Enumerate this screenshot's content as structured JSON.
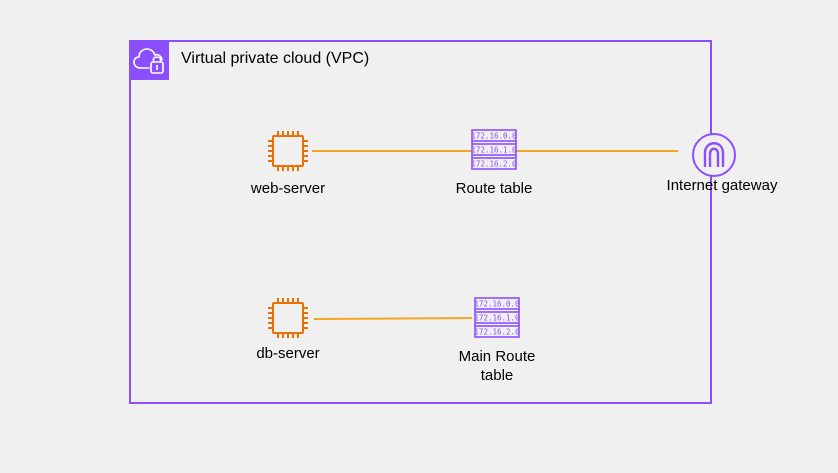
{
  "vpc": {
    "title": "Virtual private cloud (VPC)",
    "color": "#8c4fff"
  },
  "nodes": {
    "web_server": {
      "label": "web-server",
      "icon": "ec2-instance-icon"
    },
    "route_table": {
      "label": "Route table",
      "icon": "route-table-icon",
      "rows": [
        "172.16.0.0",
        "172.16.1.0",
        "172.16.2.0"
      ]
    },
    "internet_gateway": {
      "label": "Internet gateway",
      "icon": "internet-gateway-icon"
    },
    "db_server": {
      "label": "db-server",
      "icon": "ec2-instance-icon"
    },
    "main_route_table": {
      "label_line1": "Main Route",
      "label_line2": "table",
      "icon": "route-table-icon",
      "rows": [
        "172.16.0.0",
        "172.16.1.0",
        "172.16.2.0"
      ]
    }
  },
  "colors": {
    "compute": "#ed7100",
    "network": "#8c4fff",
    "connector": "#f5a623"
  }
}
